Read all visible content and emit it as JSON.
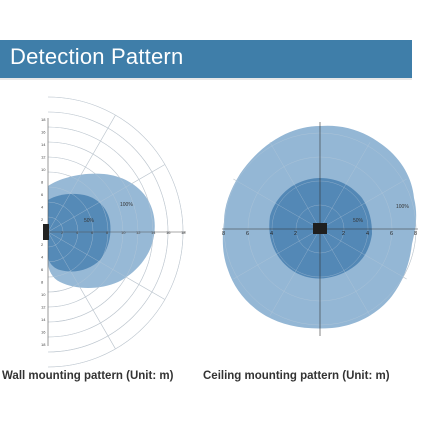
{
  "header": {
    "title": "Detection Pattern"
  },
  "wall": {
    "caption": "Wall mounting pattern (Unit: m)",
    "outer_label": "100%",
    "inner_label": "50%",
    "x_ticks": [
      "2",
      "4",
      "6",
      "8",
      "10",
      "12",
      "14",
      "16",
      "18"
    ],
    "y_ticks_up": [
      "2",
      "4",
      "6",
      "8",
      "10",
      "12",
      "14",
      "16",
      "18"
    ],
    "y_ticks_down": [
      "2",
      "4",
      "6",
      "8",
      "10",
      "12",
      "14",
      "16",
      "18"
    ]
  },
  "ceiling": {
    "caption": "Ceiling  mounting pattern (Unit: m)",
    "outer_label": "100%",
    "inner_label": "50%",
    "x_ticks_left": [
      "8",
      "6",
      "4",
      "2"
    ],
    "x_ticks_right": [
      "2",
      "4",
      "6",
      "8"
    ]
  },
  "colors": {
    "header_bg": "#3f7ea9",
    "outer_zone": "#8eb3d3",
    "inner_zone": "#4f85b4",
    "grid": "#b4bcc4"
  }
}
